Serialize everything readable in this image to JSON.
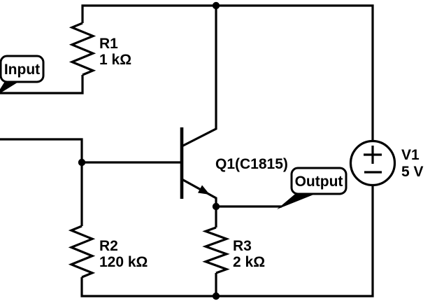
{
  "components": {
    "r1": {
      "designator": "R1",
      "value": "1 kΩ"
    },
    "r2": {
      "designator": "R2",
      "value": "120 kΩ"
    },
    "r3": {
      "designator": "R3",
      "value": "2 kΩ"
    },
    "q1": {
      "designator": "Q1(C1815)"
    },
    "v1": {
      "designator": "V1",
      "value": "5 V"
    }
  },
  "callouts": {
    "input": "Input",
    "output": "Output"
  },
  "colors": {
    "stroke": "#000000",
    "background": "#ffffff"
  }
}
